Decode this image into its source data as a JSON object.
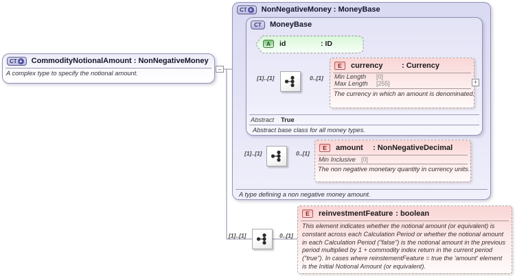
{
  "commodity_box": {
    "icon": "CT",
    "title": "CommodityNotionalAmount : NonNegativeMoney",
    "annotation": "A complex type to specify the notional amount."
  },
  "nonnegativemoney_box": {
    "icon": "CT",
    "title": "NonNegativeMoney : MoneyBase",
    "annotation": "A type defining a non negative money amount."
  },
  "moneybase_box": {
    "icon": "CT",
    "title": "MoneyBase",
    "abstract_label": "Abstract",
    "abstract_value": "True",
    "annotation": "Abstract base class for all money types."
  },
  "id_attr": {
    "icon": "A",
    "name": "id",
    "type": ": ID"
  },
  "currency_el": {
    "icon": "E",
    "name": "currency",
    "type": ": Currency",
    "facets": [
      {
        "label": "Min Length",
        "value": "[0]"
      },
      {
        "label": "Max Length",
        "value": "[255]"
      }
    ],
    "annotation": "The currency in which an amount is denominated."
  },
  "amount_el": {
    "icon": "E",
    "name": "amount",
    "type": ": NonNegativeDecimal",
    "facets": [
      {
        "label": "Min Inclusive",
        "value": "[0]"
      }
    ],
    "annotation": "The non negative monetary quantity in currency units."
  },
  "reinvestment_el": {
    "icon": "E",
    "name": "reinvestmentFeature",
    "type": ": boolean",
    "annotation": "This element indicates whether the notional amount (or equivalent) is constant across each Calculation Period or whether the notional amount in each Calculation Period (\"false\") is the notional amount in the previous period multiplied by 1 + commodity index return in the current period (\"true\"). In cases where reinstementFeature = true the 'amount' element is the Initial Notional Amount (or equivalent)."
  },
  "cardinalities": {
    "currency": {
      "left": "[1]..[1]",
      "right": "0..[1]"
    },
    "amount": {
      "left": "[1]..[1]",
      "right": "0..[1]"
    },
    "reinvestment": {
      "left": "[1]..[1]",
      "right": "0..[1]"
    }
  },
  "icons": {
    "plus": "+",
    "collapse": "–"
  }
}
